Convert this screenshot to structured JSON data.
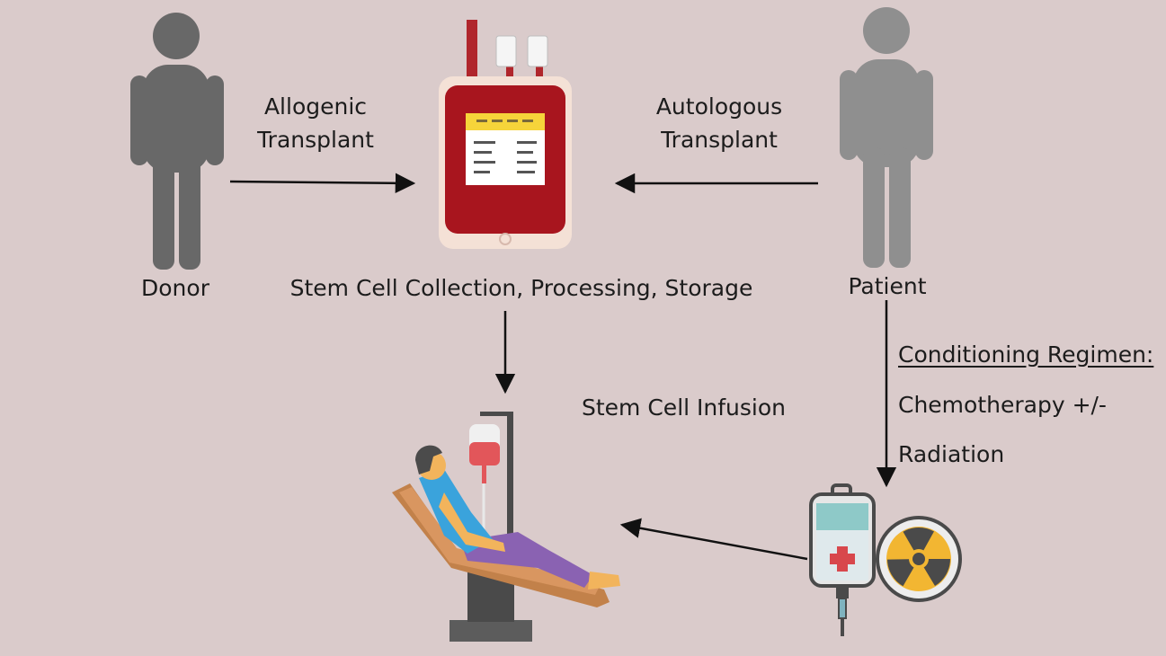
{
  "diagram": {
    "nodes": {
      "donor": "Donor",
      "patient": "Patient",
      "storage": "Stem Cell Collection, Processing, Storage",
      "infusion": "Stem Cell Infusion"
    },
    "edges": {
      "allogenic_line1": "Allogenic",
      "allogenic_line2": "Transplant",
      "autologous_line1": "Autologous",
      "autologous_line2": "Transplant"
    },
    "conditioning": {
      "title": "Conditioning Regimen:",
      "line1": "Chemotherapy +/-",
      "line2": "Radiation"
    },
    "icons": [
      "person-icon",
      "blood-bag-icon",
      "reclining-patient-icon",
      "iv-bag-icon",
      "radiation-icon"
    ],
    "colors": {
      "background": "#dacbcb",
      "donor": "#686868",
      "patient": "#8f8f8f",
      "blood": "#a8151e",
      "bag_label": "#f6d43a",
      "shirt": "#3aa3dc",
      "pants": "#8a62b2",
      "chair": "#c2814a",
      "radiation": "#f2b632"
    }
  }
}
